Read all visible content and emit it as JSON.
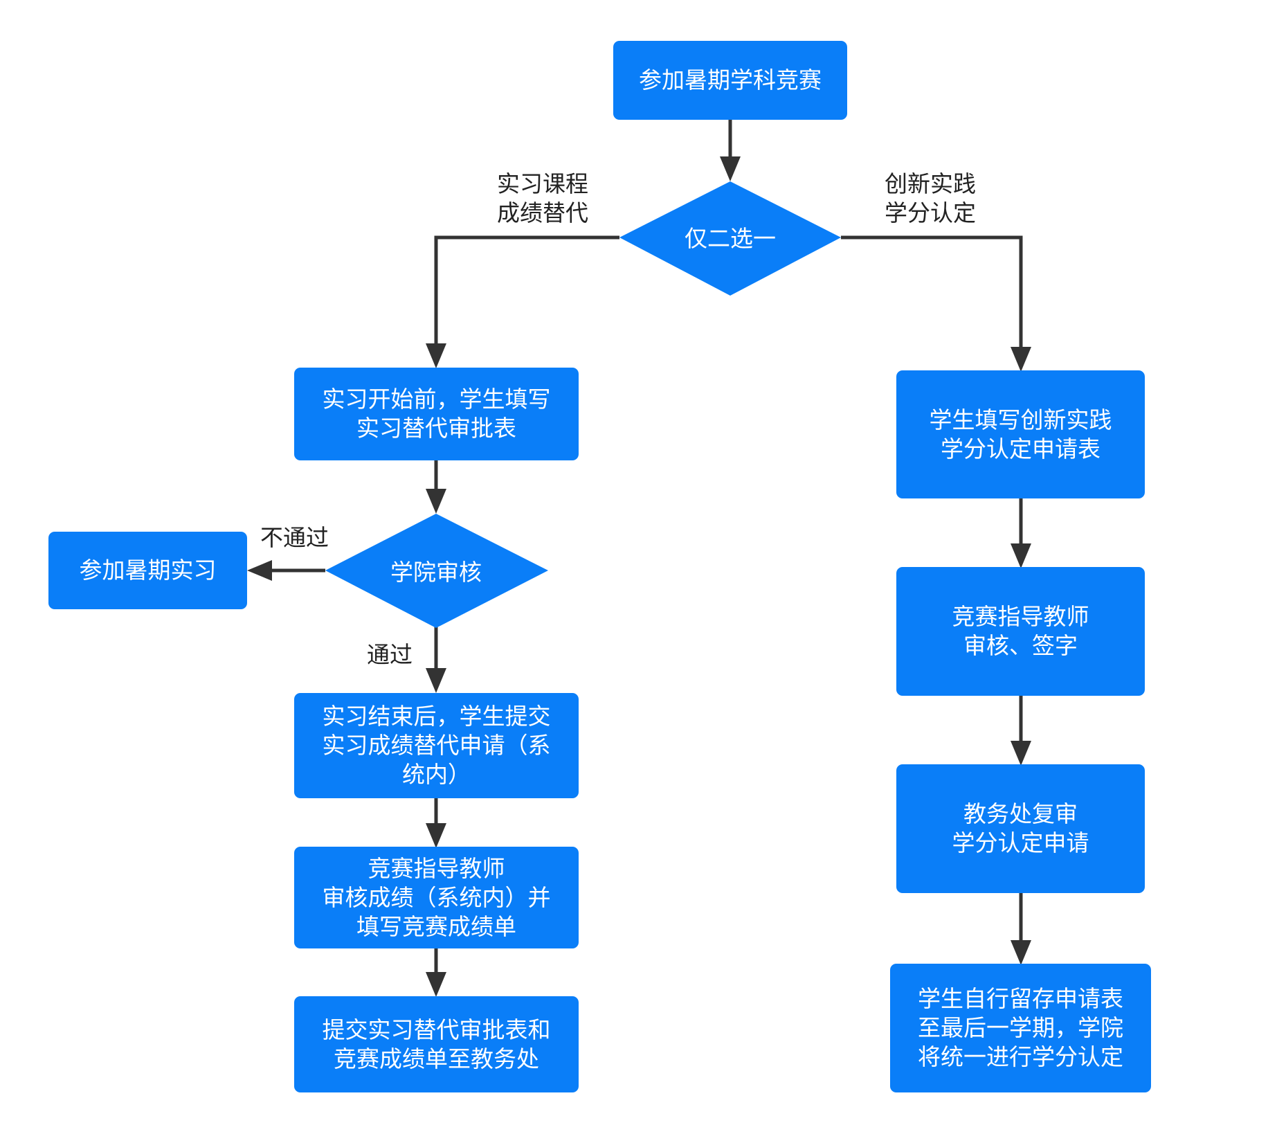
{
  "colors": {
    "node_fill": "#0a7ef8",
    "connector": "#333333",
    "node_text": "#ffffff",
    "label_text": "#222222"
  },
  "nodes": {
    "start": "参加暑期学科竞赛",
    "choose": "仅二选一",
    "left_1": [
      "实习开始前，学生填写",
      "实习替代审批表"
    ],
    "review": "学院审核",
    "fail_box": "参加暑期实习",
    "left_2": [
      "实习结束后，学生提交",
      "实习成绩替代申请（系",
      "统内）"
    ],
    "left_3": [
      "竞赛指导教师",
      "审核成绩（系统内）并",
      "填写竞赛成绩单"
    ],
    "left_4": [
      "提交实习替代审批表和",
      "竞赛成绩单至教务处"
    ],
    "right_1": [
      "学生填写创新实践",
      "学分认定申请表"
    ],
    "right_2": [
      "竞赛指导教师",
      "审核、签字"
    ],
    "right_3": [
      "教务处复审",
      "学分认定申请"
    ],
    "right_4": [
      "学生自行留存申请表",
      "至最后一学期，学院",
      "将统一进行学分认定"
    ]
  },
  "labels": {
    "left_branch": [
      "实习课程",
      "成绩替代"
    ],
    "right_branch": [
      "创新实践",
      "学分认定"
    ],
    "fail": "不通过",
    "pass": "通过"
  }
}
